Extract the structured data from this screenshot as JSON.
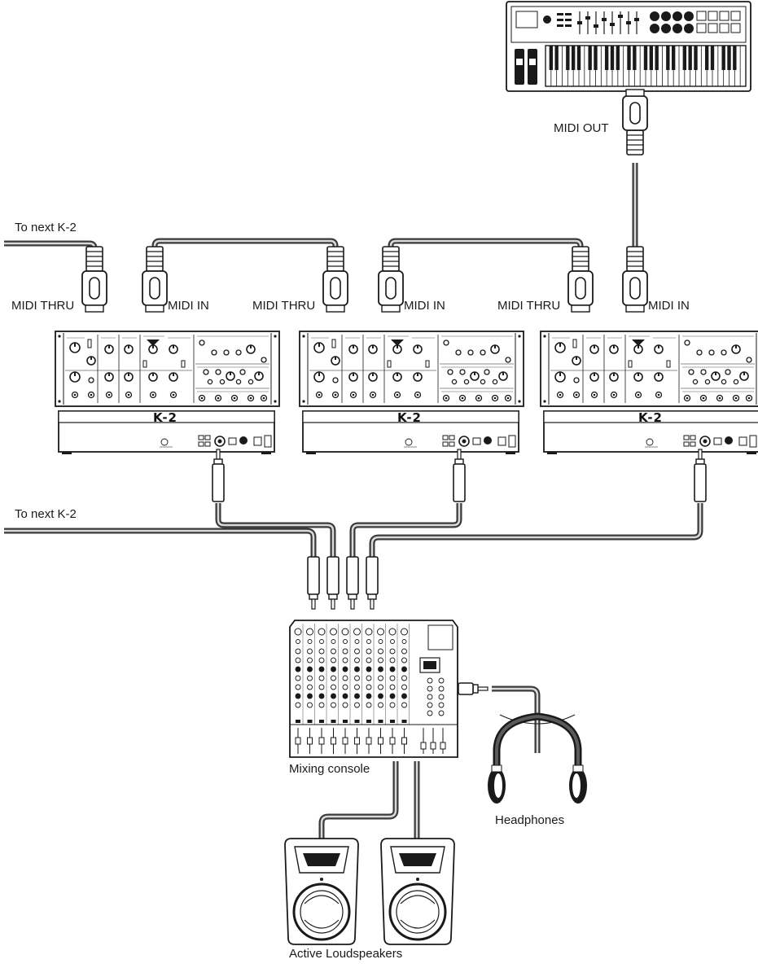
{
  "labels": {
    "to_next_top": "To next K-2",
    "to_next_bottom": "To next K-2",
    "midi_out": "MIDI OUT",
    "midi_thru": "MIDI THRU",
    "midi_in": "MIDI IN",
    "mixing_console": "Mixing console",
    "headphones": "Headphones",
    "active_loudspeakers": "Active Loudspeakers"
  },
  "synth_units": [
    {
      "model": "K-2"
    },
    {
      "model": "K-2"
    },
    {
      "model": "K-2"
    }
  ],
  "colors": {
    "cable": "#3a3a3a",
    "cable_core": "#d9d9d9",
    "outline": "#1a1a1a",
    "device_fill": "#ffffff",
    "text": "#1a1a1a"
  }
}
